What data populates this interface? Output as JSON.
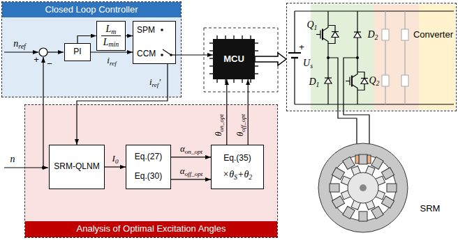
{
  "diagram": {
    "nodes": [
      {
        "text": [
          "Closed Loop Controller"
        ]
      },
      {
        "text": [
          "PI"
        ],
        "in": 0
      },
      {
        "text": [
          "Lm",
          "Lmin"
        ],
        "in": 0
      },
      {
        "text": [
          "SPM",
          "CCM"
        ],
        "in": 0
      },
      {
        "text": [
          "MCU"
        ]
      },
      {
        "text": [
          "Converter"
        ]
      },
      {
        "text": [
          "Analysis of Optimal Excitation Angles"
        ]
      },
      {
        "text": [
          "SRM-QLNM"
        ],
        "in": 6
      },
      {
        "text": [
          "Eq.(27)",
          "Eq.(30)"
        ],
        "in": 6
      },
      {
        "text": [
          "Eq.(35)",
          "×θS+θ2"
        ],
        "in": 6
      }
    ],
    "edges": [
      {
        "from": 1,
        "to": 2,
        "arrow": "to"
      },
      {
        "from": 1,
        "to": 3,
        "arrow": "to",
        "label": "iref"
      },
      {
        "from": 2,
        "to": 3,
        "arrow": "to"
      },
      {
        "from": 3,
        "to": 4,
        "arrow": "to"
      },
      {
        "from": 3,
        "to": 7,
        "arrow": "to",
        "label": "iref'"
      },
      {
        "from": 4,
        "to": 5,
        "arrow": "to"
      },
      {
        "from": 7,
        "to": 8,
        "arrow": "to",
        "label": "I0"
      },
      {
        "from": 8,
        "to": 9,
        "arrow": "to",
        "label": "αon_opt"
      },
      {
        "from": 8,
        "to": 9,
        "arrow": "to",
        "label": "αoff_opt"
      },
      {
        "from": 9,
        "to": 4,
        "arrow": "to",
        "label": "θon_opt"
      },
      {
        "from": 9,
        "to": 4,
        "arrow": "to",
        "label": "θoff_opt"
      }
    ],
    "labels": [
      "nref",
      "+",
      "−",
      "n",
      "Us",
      "+",
      "Q1",
      "D2",
      "D1",
      "Q2",
      "SRM"
    ]
  }
}
